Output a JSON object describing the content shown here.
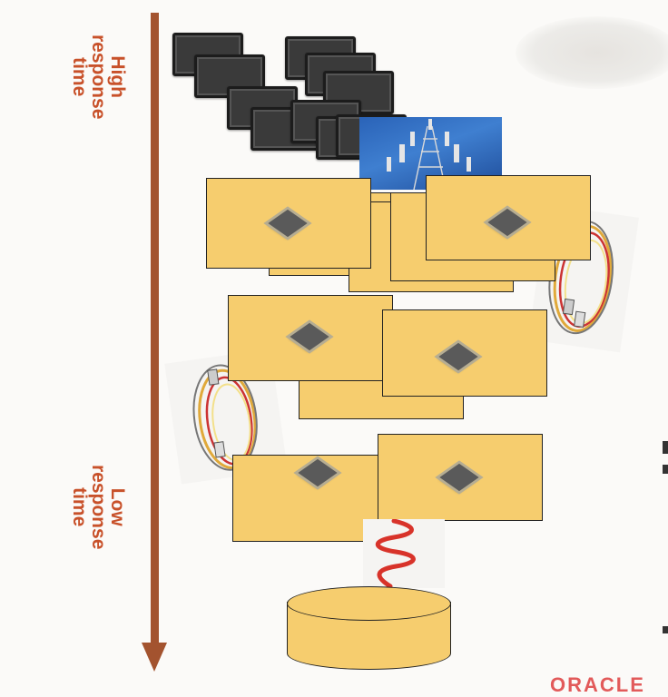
{
  "labels": {
    "high": [
      "High",
      "response",
      "time"
    ],
    "low": [
      "Low",
      "response",
      "time"
    ]
  },
  "logo": "ORACLE",
  "colors": {
    "arrow": "#a3532f",
    "label": "#c8512a",
    "box": "#f6cd6e"
  },
  "icons": {
    "monitors": "monitor-icon",
    "tower": "cell-tower-photo",
    "cables": "network-cable-photo",
    "chips": "cpu-chip-icon",
    "database": "database-cylinder"
  }
}
